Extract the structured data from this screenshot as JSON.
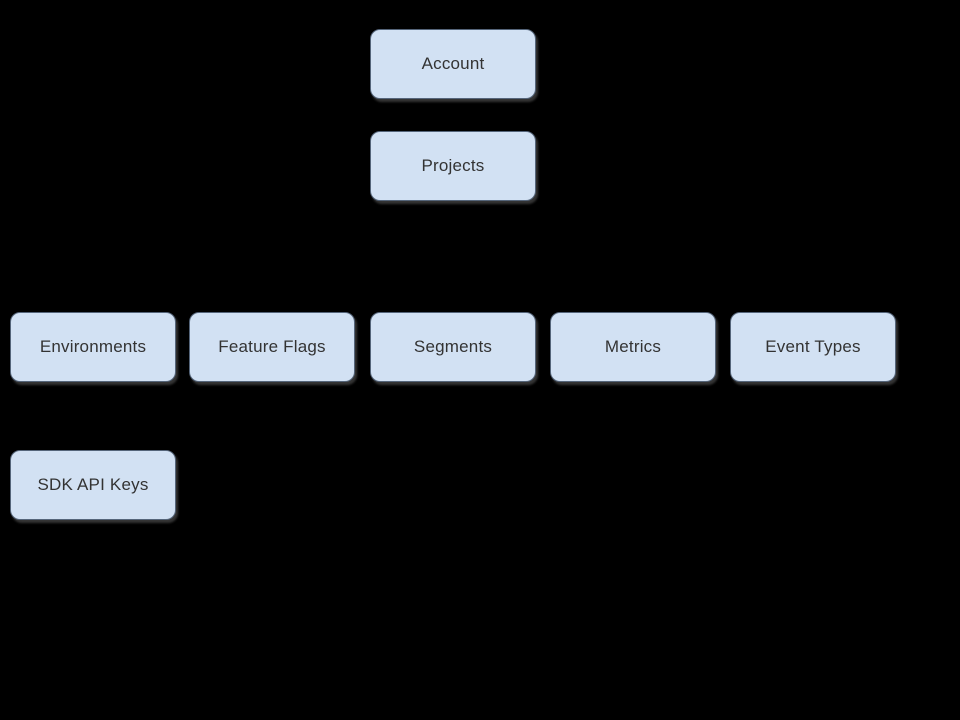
{
  "diagram": {
    "type": "hierarchy",
    "background_color": "#000000",
    "node_fill_color": "#d2e1f3",
    "node_border_color": "#55657a",
    "node_text_color": "#333333",
    "nodes": {
      "account": {
        "label": "Account"
      },
      "projects": {
        "label": "Projects"
      },
      "environments": {
        "label": "Environments"
      },
      "feature_flags": {
        "label": "Feature Flags"
      },
      "segments": {
        "label": "Segments"
      },
      "metrics": {
        "label": "Metrics"
      },
      "event_types": {
        "label": "Event Types"
      },
      "sdk_api_keys": {
        "label": "SDK API Keys"
      }
    }
  }
}
